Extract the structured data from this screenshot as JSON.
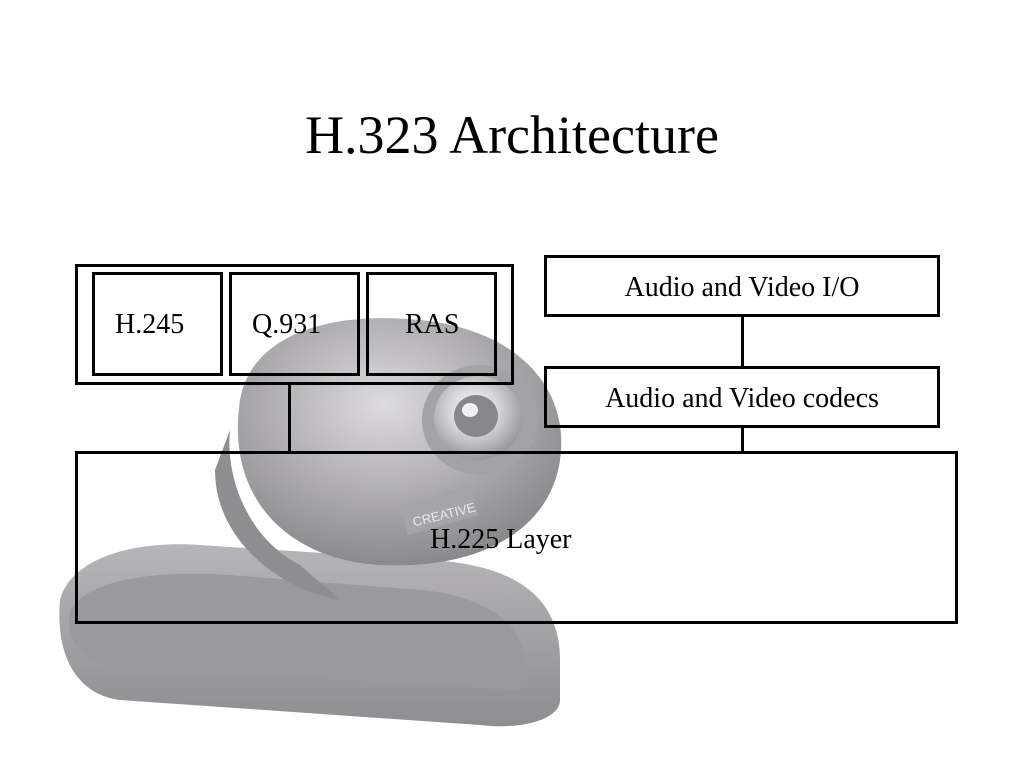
{
  "slide": {
    "title": "H.323 Architecture"
  },
  "diagram": {
    "protocols": [
      "H.245",
      "Q.931",
      "RAS"
    ],
    "io_box": "Audio and Video I/O",
    "codecs_box": "Audio and Video codecs",
    "transport_layer": "H.225 Layer"
  },
  "background_image": {
    "icon": "webcam-illustration",
    "logo_text": "CREATIVE"
  }
}
